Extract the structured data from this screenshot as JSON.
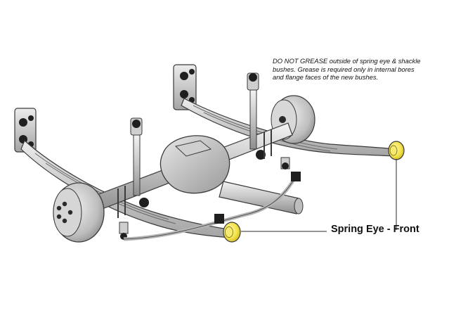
{
  "note": {
    "lines": [
      "DO NOT GREASE outside of spring eye & shackle",
      "bushes. Grease is required only in internal bores",
      "and flange faces of the new bushes."
    ]
  },
  "callout": {
    "label": "Spring Eye - Front"
  },
  "colors": {
    "metal_light": "#dcdcdc",
    "metal_mid": "#b9b9b9",
    "metal_dark": "#8a8a8a",
    "outline": "#3a3a3a",
    "bush_black": "#1f1f1f",
    "highlight_yellow": "#f3e24a",
    "leader_line": "#2b2b2b"
  },
  "diagram": {
    "subject": "rear leaf spring suspension with live axle",
    "highlighted_parts": [
      "spring-eye-bush-front-right",
      "spring-eye-bush-front-left"
    ]
  }
}
